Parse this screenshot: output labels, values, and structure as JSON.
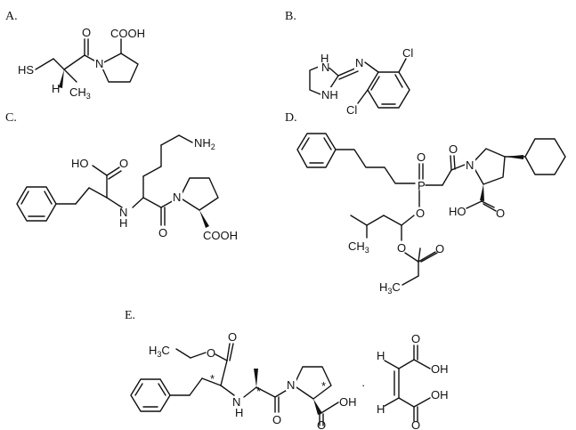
{
  "panels": {
    "A": {
      "label": "A.",
      "atoms": {
        "cooh": "COOH",
        "o": "O",
        "n": "N",
        "sh": "HS",
        "h": "H",
        "ch3": "CH",
        "ch3_sub": "3"
      }
    },
    "B": {
      "label": "B.",
      "atoms": {
        "nh_top": "H",
        "n_top": "N",
        "n_eq": "N",
        "nh_bot": "NH",
        "cl_top": "Cl",
        "cl_bot": "Cl"
      }
    },
    "C": {
      "label": "C.",
      "atoms": {
        "nh2": "NH",
        "nh2_sub": "2",
        "ho": "HO",
        "o_acid": "O",
        "nh": "N",
        "nh_h": "H",
        "n_pro": "N",
        "o_amide": "O",
        "cooh": "COOH"
      }
    },
    "D": {
      "label": "D.",
      "atoms": {
        "o_p": "O",
        "p": "P",
        "o_ester": "O",
        "o_amide": "O",
        "n": "N",
        "ho": "HO",
        "o_acid": "O",
        "ch3": "CH",
        "ch3_sub": "3",
        "o_acyl": "O",
        "o_carb": "O",
        "h3c": "H",
        "h3c_sub": "3",
        "h3c_c": "C"
      }
    },
    "E": {
      "label": "E.",
      "atoms": {
        "h3c": "H",
        "h3c_sub": "3",
        "h3c_c": "C",
        "o_ether": "O",
        "o_ester": "O",
        "star1": "*",
        "star2": "*",
        "star3": "*",
        "n_nh": "N",
        "h_nh": "H",
        "o_amide": "O",
        "n_pro": "N",
        "oh": "OH",
        "o_acid": "O",
        "h1": "H",
        "h2": "H",
        "oh1": "OH",
        "oh2": "OH",
        "o1": "O",
        "o2": "O",
        "dot": "·"
      }
    }
  }
}
